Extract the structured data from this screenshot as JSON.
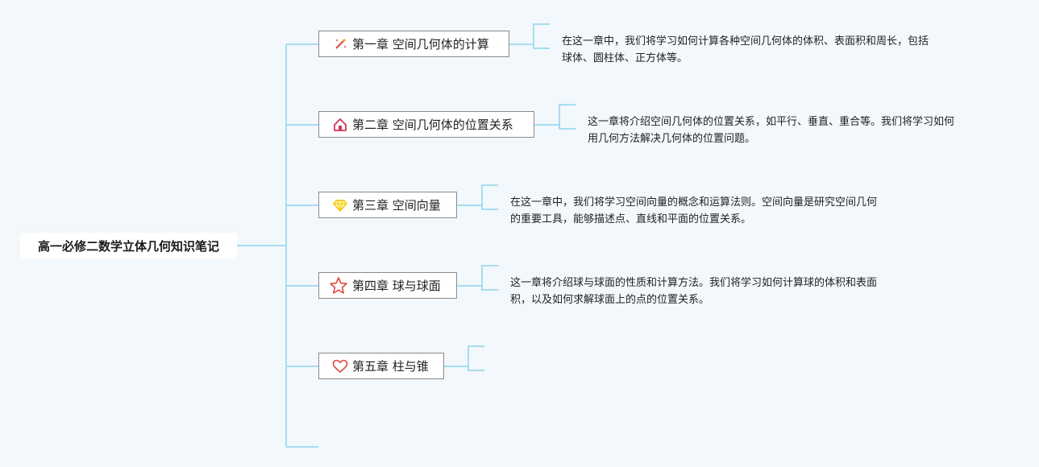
{
  "root": {
    "title": "高一必修二数学立体几何知识笔记"
  },
  "chapters": [
    {
      "label": "第一章 空间几何体的计算",
      "icon": "magic-wand-icon",
      "note": [
        "在这一章中，我们将学习如何计算各种空间几何体的体积、表面积和周长，包括",
        "球体、圆柱体、正方体等。"
      ]
    },
    {
      "label": "第二章 空间几何体的位置关系",
      "icon": "house-icon",
      "note": [
        "这一章将介绍空间几何体的位置关系，如平行、垂直、重合等。我们将学习如何",
        "用几何方法解决几何体的位置问题。"
      ]
    },
    {
      "label": "第三章 空间向量",
      "icon": "diamond-icon",
      "note": [
        "在这一章中，我们将学习空间向量的概念和运算法则。空间向量是研究空间几何",
        "的重要工具，能够描述点、直线和平面的位置关系。"
      ]
    },
    {
      "label": "第四章 球与球面",
      "icon": "star-icon",
      "note": [
        "这一章将介绍球与球面的性质和计算方法。我们将学习如何计算球的体积和表面",
        "积，以及如何求解球面上的点的位置关系。"
      ]
    },
    {
      "label": "第五章 柱与锥",
      "icon": "heart-icon",
      "note": []
    }
  ],
  "colors": {
    "connector": "#8fd3ec",
    "background": "#f2f8fc"
  }
}
